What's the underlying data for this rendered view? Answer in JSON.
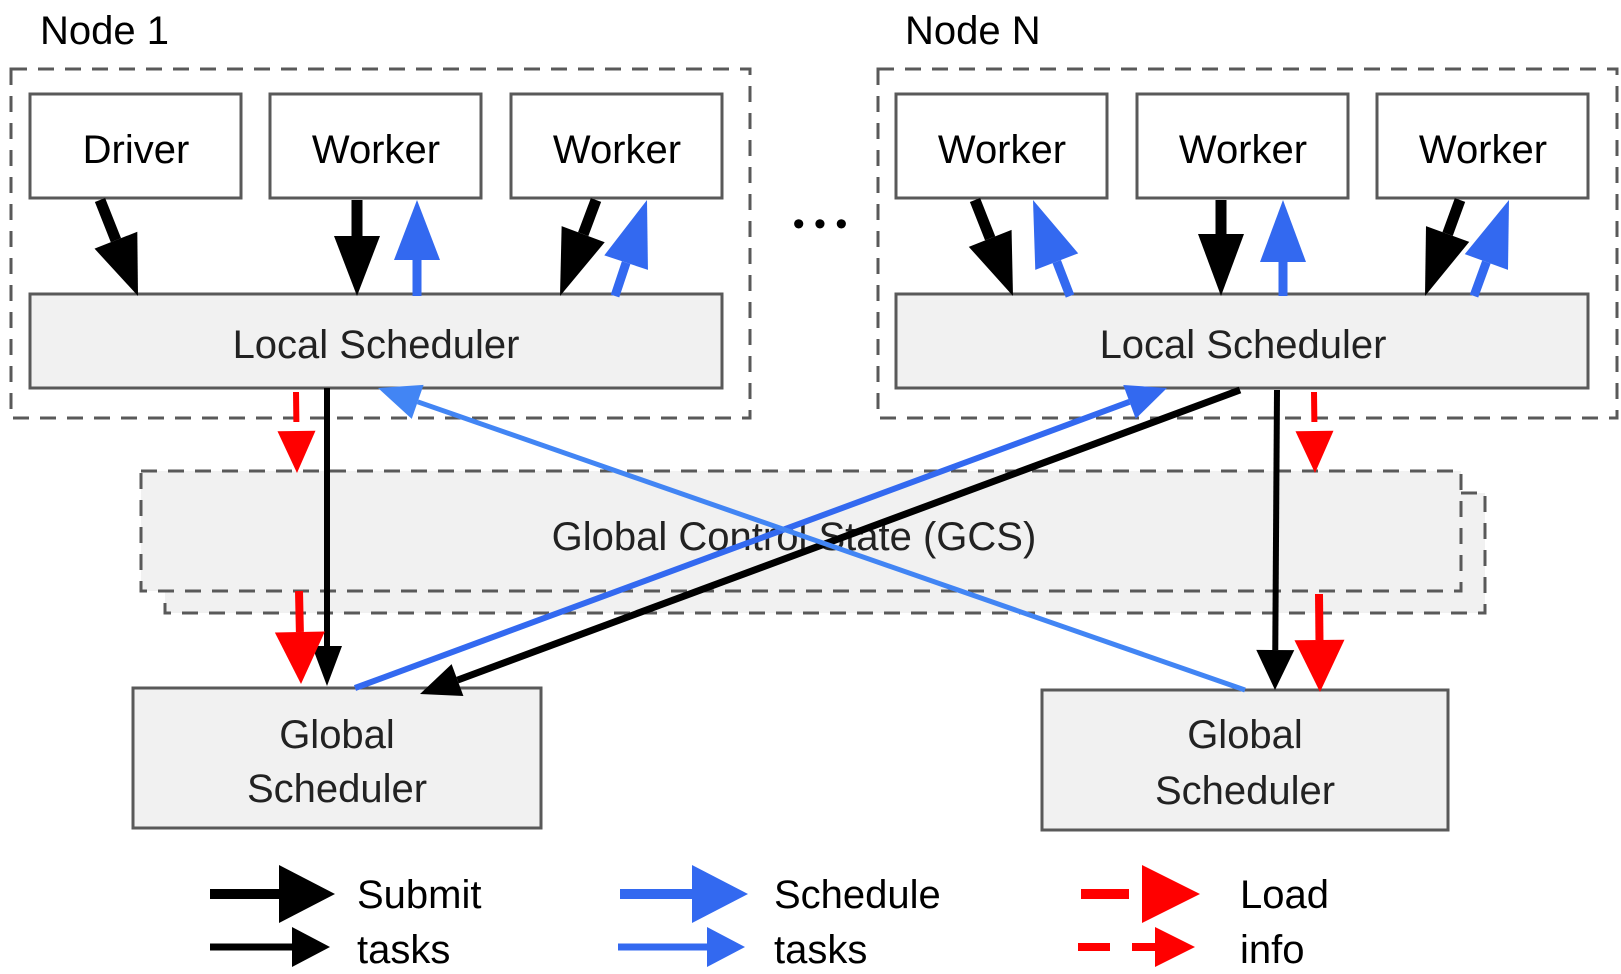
{
  "nodes": [
    {
      "id": "node1",
      "title": "Node 1",
      "components": [
        {
          "label": "Driver",
          "type": "driver",
          "flows": [
            "submit"
          ]
        },
        {
          "label": "Worker",
          "type": "worker",
          "flows": [
            "submit",
            "schedule"
          ]
        },
        {
          "label": "Worker",
          "type": "worker",
          "flows": [
            "submit",
            "schedule"
          ]
        }
      ],
      "scheduler_label": "Local Scheduler"
    },
    {
      "id": "nodeN",
      "title": "Node N",
      "components": [
        {
          "label": "Worker",
          "type": "worker",
          "flows": [
            "submit",
            "schedule"
          ]
        },
        {
          "label": "Worker",
          "type": "worker",
          "flows": [
            "submit",
            "schedule"
          ]
        },
        {
          "label": "Worker",
          "type": "worker",
          "flows": [
            "submit",
            "schedule"
          ]
        }
      ],
      "scheduler_label": "Local Scheduler"
    }
  ],
  "ellipsis": "• • •",
  "gcs": {
    "label": "Global Control State (GCS)"
  },
  "global_schedulers": [
    {
      "line1": "Global",
      "line2": "Scheduler"
    },
    {
      "line1": "Global",
      "line2": "Scheduler"
    }
  ],
  "edges": [
    {
      "from": "node1.local_scheduler",
      "to": "global_scheduler_1",
      "kind": "submit"
    },
    {
      "from": "nodeN.local_scheduler",
      "to": "global_scheduler_1",
      "kind": "submit"
    },
    {
      "from": "nodeN.local_scheduler",
      "to": "global_scheduler_2",
      "kind": "submit"
    },
    {
      "from": "global_scheduler_1",
      "to": "nodeN.local_scheduler",
      "kind": "schedule"
    },
    {
      "from": "global_scheduler_2",
      "to": "node1.local_scheduler",
      "kind": "schedule"
    },
    {
      "from": "node1.local_scheduler",
      "to": "gcs",
      "kind": "load"
    },
    {
      "from": "gcs",
      "to": "global_scheduler_1",
      "kind": "load"
    },
    {
      "from": "nodeN.local_scheduler",
      "to": "gcs",
      "kind": "load"
    },
    {
      "from": "gcs",
      "to": "global_scheduler_2",
      "kind": "load"
    }
  ],
  "legend": [
    {
      "kind": "submit",
      "line1": "Submit",
      "line2": "tasks",
      "color": "#000000"
    },
    {
      "kind": "schedule",
      "line1": "Schedule",
      "line2": "tasks",
      "color": "#3369f0"
    },
    {
      "kind": "load",
      "line1": "Load",
      "line2": "info",
      "color": "#ff0000"
    }
  ],
  "colors": {
    "submit": "#000000",
    "schedule": "#3369f0",
    "schedule_light": "#4285f4",
    "load": "#ff0000",
    "box_border": "#595959",
    "box_fill_light": "#f1f1f1",
    "box_fill_white": "#ffffff",
    "dashed": "#595959"
  }
}
